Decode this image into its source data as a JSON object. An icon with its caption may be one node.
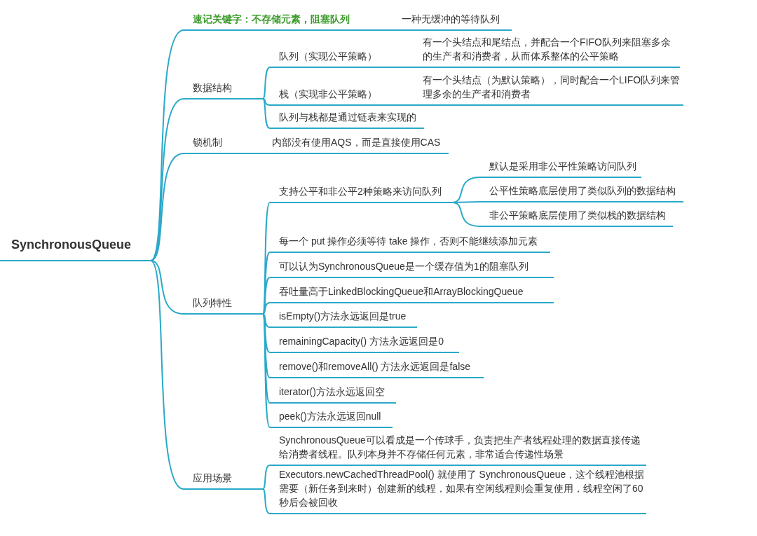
{
  "diagram": {
    "nodes": [
      {
        "text": [
          "SynchronousQueue"
        ]
      },
      {
        "text": [
          "速记关键字：不存储元素，阻塞队列"
        ]
      },
      {
        "text": [
          "一种无缓冲的等待队列"
        ]
      },
      {
        "text": [
          "数据结构"
        ]
      },
      {
        "text": [
          "队列（实现公平策略）"
        ]
      },
      {
        "text": [
          "有一个头结点和尾结点，并配合一个FIFO队列来阻塞多余的生产者和消费者，从而体系整体的公平策略"
        ]
      },
      {
        "text": [
          "栈（实现非公平策略）"
        ]
      },
      {
        "text": [
          "有一个头结点（为默认策略），同时配合一个LIFO队列来管理多余的生产者和消费者"
        ]
      },
      {
        "text": [
          "队列与栈都是通过链表来实现的"
        ]
      },
      {
        "text": [
          "锁机制"
        ]
      },
      {
        "text": [
          "内部没有使用AQS，而是直接使用CAS"
        ]
      },
      {
        "text": [
          "队列特性"
        ]
      },
      {
        "text": [
          "支持公平和非公平2种策略来访问队列"
        ]
      },
      {
        "text": [
          "默认是采用非公平性策略访问队列"
        ]
      },
      {
        "text": [
          "公平性策略底层使用了类似队列的数据结构"
        ]
      },
      {
        "text": [
          "非公平策略底层使用了类似栈的数据结构"
        ]
      },
      {
        "text": [
          "每一个 put 操作必须等待 take 操作，否则不能继续添加元素"
        ]
      },
      {
        "text": [
          "可以认为SynchronousQueue是一个缓存值为1的阻塞队列"
        ]
      },
      {
        "text": [
          "吞吐量高于LinkedBlockingQueue和ArrayBlockingQueue"
        ]
      },
      {
        "text": [
          "isEmpty()方法永远返回是true"
        ]
      },
      {
        "text": [
          "remainingCapacity() 方法永远返回是0"
        ]
      },
      {
        "text": [
          "remove()和removeAll() 方法永远返回是false"
        ]
      },
      {
        "text": [
          "iterator()方法永远返回空"
        ]
      },
      {
        "text": [
          "peek()方法永远返回null"
        ]
      },
      {
        "text": [
          "应用场景"
        ]
      },
      {
        "text": [
          "SynchronousQueue可以看成是一个传球手，负责把生产者线程处理的数据直接传递给消费者线程。队列本身并不存储任何元素，非常适合传递性场景"
        ]
      },
      {
        "text": [
          "Executors.newCachedThreadPool() 就使用了 SynchronousQueue，这个线程池根据需要（新任务到来时）创建新的线程，如果有空闲线程则会重复使用，线程空闲了60秒后会被回收"
        ]
      }
    ],
    "edges": [
      {
        "from": 0,
        "to": 1,
        "arrow": "none"
      },
      {
        "from": 1,
        "to": 2,
        "arrow": "none"
      },
      {
        "from": 0,
        "to": 3,
        "arrow": "none"
      },
      {
        "from": 3,
        "to": 4,
        "arrow": "none"
      },
      {
        "from": 4,
        "to": 5,
        "arrow": "none"
      },
      {
        "from": 3,
        "to": 6,
        "arrow": "none"
      },
      {
        "from": 6,
        "to": 7,
        "arrow": "none"
      },
      {
        "from": 3,
        "to": 8,
        "arrow": "none"
      },
      {
        "from": 0,
        "to": 9,
        "arrow": "none"
      },
      {
        "from": 9,
        "to": 10,
        "arrow": "none"
      },
      {
        "from": 0,
        "to": 11,
        "arrow": "none"
      },
      {
        "from": 11,
        "to": 12,
        "arrow": "none"
      },
      {
        "from": 12,
        "to": 13,
        "arrow": "none"
      },
      {
        "from": 12,
        "to": 14,
        "arrow": "none"
      },
      {
        "from": 12,
        "to": 15,
        "arrow": "none"
      },
      {
        "from": 11,
        "to": 16,
        "arrow": "none"
      },
      {
        "from": 11,
        "to": 17,
        "arrow": "none"
      },
      {
        "from": 11,
        "to": 18,
        "arrow": "none"
      },
      {
        "from": 11,
        "to": 19,
        "arrow": "none"
      },
      {
        "from": 11,
        "to": 20,
        "arrow": "none"
      },
      {
        "from": 11,
        "to": 21,
        "arrow": "none"
      },
      {
        "from": 11,
        "to": 22,
        "arrow": "none"
      },
      {
        "from": 11,
        "to": 23,
        "arrow": "none"
      },
      {
        "from": 0,
        "to": 24,
        "arrow": "none"
      },
      {
        "from": 24,
        "to": 25,
        "arrow": "none"
      },
      {
        "from": 24,
        "to": 26,
        "arrow": "none"
      }
    ]
  }
}
